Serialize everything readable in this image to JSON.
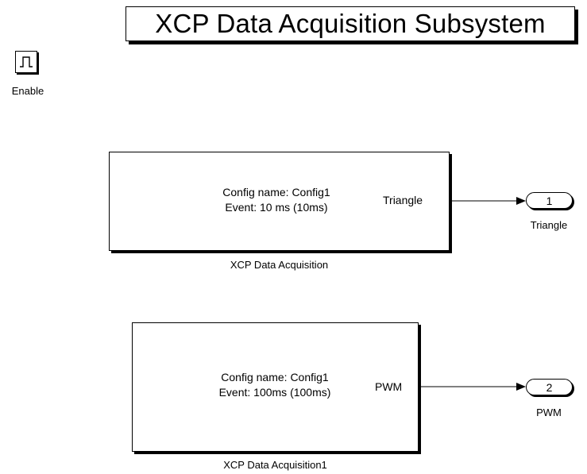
{
  "title": "XCP Data Acquisition Subsystem",
  "enable": {
    "label": "Enable",
    "icon": "pulse-icon"
  },
  "blocks": [
    {
      "config_line": "Config name: Config1",
      "event_line": "Event: 10 ms (10ms)",
      "output_port": "Triangle",
      "caption": "XCP Data Acquisition"
    },
    {
      "config_line": "Config name: Config1",
      "event_line": "Event: 100ms (100ms)",
      "output_port": "PWM",
      "caption": "XCP Data Acquisition1"
    }
  ],
  "outports": [
    {
      "number": "1",
      "label": "Triangle"
    },
    {
      "number": "2",
      "label": "PWM"
    }
  ]
}
